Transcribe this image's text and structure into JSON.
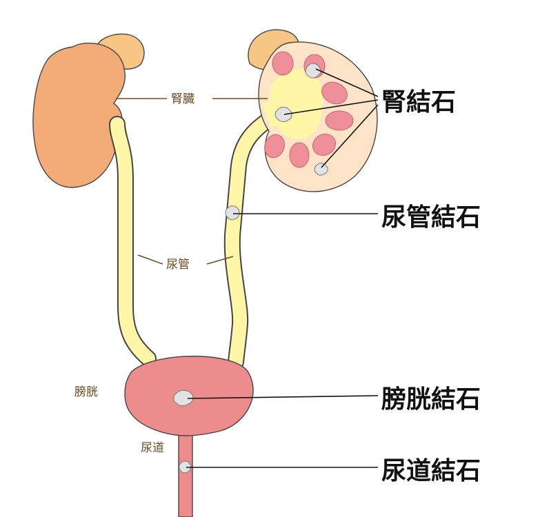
{
  "labels": {
    "kidney": "腎臓",
    "ureter": "尿管",
    "bladder": "膀胱",
    "urethra": "尿道"
  },
  "stones": {
    "kidney_stone": "腎結石",
    "ureter_stone": "尿管結石",
    "bladder_stone": "膀胱結石",
    "urethra_stone": "尿道結石"
  },
  "colors": {
    "kidney_orange": "#f3ac78",
    "adrenal": "#f7c684",
    "ureter_yellow": "#fff6a8",
    "kidney_section": "#fde3c8",
    "calyx_pink": "#ef8f9a",
    "bladder_pink": "#ec8c8c",
    "stone_gray": "#e2e2e2"
  }
}
